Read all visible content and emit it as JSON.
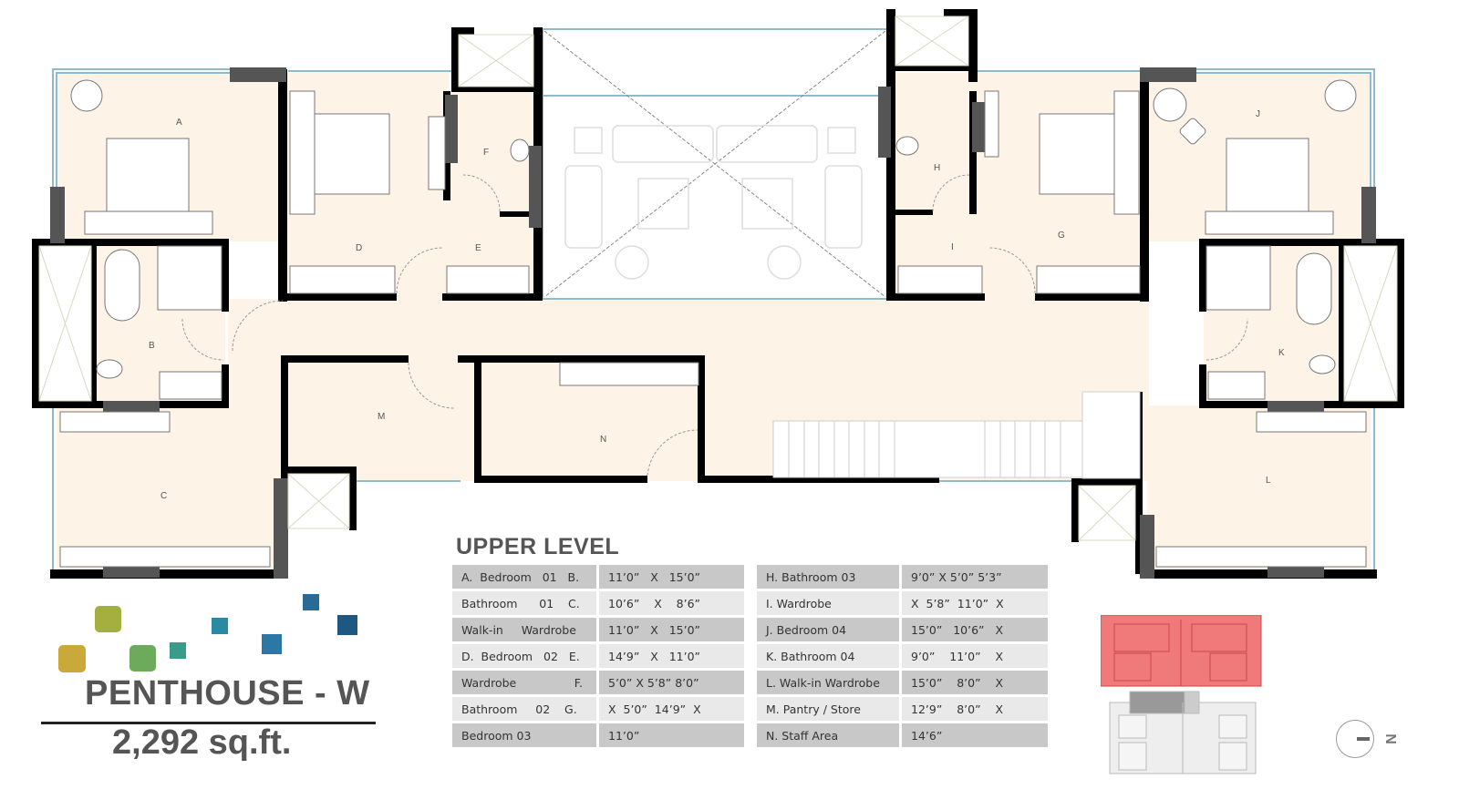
{
  "plan": {
    "title": "UPPER LEVEL",
    "room_labels": [
      "A",
      "B",
      "C",
      "D",
      "E",
      "F",
      "G",
      "H",
      "I",
      "J",
      "K",
      "L",
      "M",
      "N"
    ],
    "colors": {
      "floor": "#fdf3e7",
      "wall": "#000000",
      "column": "#555555",
      "glazing": "#8fb9cc",
      "furniture_line": "#777777"
    }
  },
  "schedule": {
    "left": [
      [
        "A.  Bedroom   01   B.",
        "11’0”   X   15’0”"
      ],
      [
        "Bathroom      01    C.",
        "10’6”    X    8’6”"
      ],
      [
        "Walk-in     Wardrobe",
        "11’0”   X   15’0”"
      ],
      [
        "D.  Bedroom   02   E.",
        "14’9”   X   11’0”"
      ],
      [
        "Wardrobe                F.",
        "5’0” X 5’8” 8’0”"
      ],
      [
        "Bathroom     02    G.",
        "X  5’0”  14’9”  X"
      ],
      [
        "Bedroom 03",
        "11’0”"
      ]
    ],
    "right": [
      [
        "H. Bathroom 03",
        "9’0” X 5’0” 5’3”"
      ],
      [
        "I. Wardrobe",
        "X  5’8”  11’0”  X"
      ],
      [
        "J. Bedroom 04",
        "15’0”   10’6”   X"
      ],
      [
        "K. Bathroom 04",
        "9’0”    11’0”    X"
      ],
      [
        "L. Walk-in Wardrobe",
        "15’0”    8’0”    X"
      ],
      [
        "M. Pantry / Store",
        "12’9”    8’0”    X"
      ],
      [
        "N. Staff Area",
        "14’6”"
      ]
    ]
  },
  "brand": {
    "name": "PENTHOUSE - W",
    "area": "2,292 sq.ft.",
    "logo_colors": [
      "#c9a93a",
      "#a3b03f",
      "#6eaa5c",
      "#3a9a8c",
      "#2a8aa4",
      "#2b78a5",
      "#2c6a96",
      "#1f5783"
    ]
  },
  "key_plan": {
    "highlight_color": "#f07a7a"
  },
  "compass": {
    "label": "N"
  }
}
